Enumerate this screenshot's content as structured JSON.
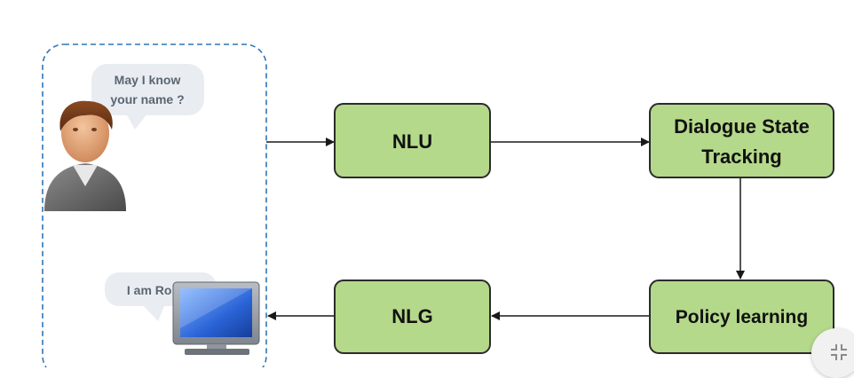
{
  "boxes": {
    "nlu": "NLU",
    "dst_line1": "Dialogue State",
    "dst_line2": "Tracking",
    "policy": "Policy learning",
    "nlg": "NLG"
  },
  "bubbles": {
    "user_line1": "May I know",
    "user_line2": "your name ?",
    "robot": "I am Robot."
  },
  "colors": {
    "box_fill": "#b5d98a",
    "box_stroke": "#2b2b2b",
    "dashed_border": "#2e75b6",
    "bubble_fill": "#e9edf1",
    "arrow": "#1a1a1a"
  },
  "icons": {
    "user": "user-avatar-icon",
    "robot": "monitor-icon",
    "corner": "collapse-icon"
  }
}
